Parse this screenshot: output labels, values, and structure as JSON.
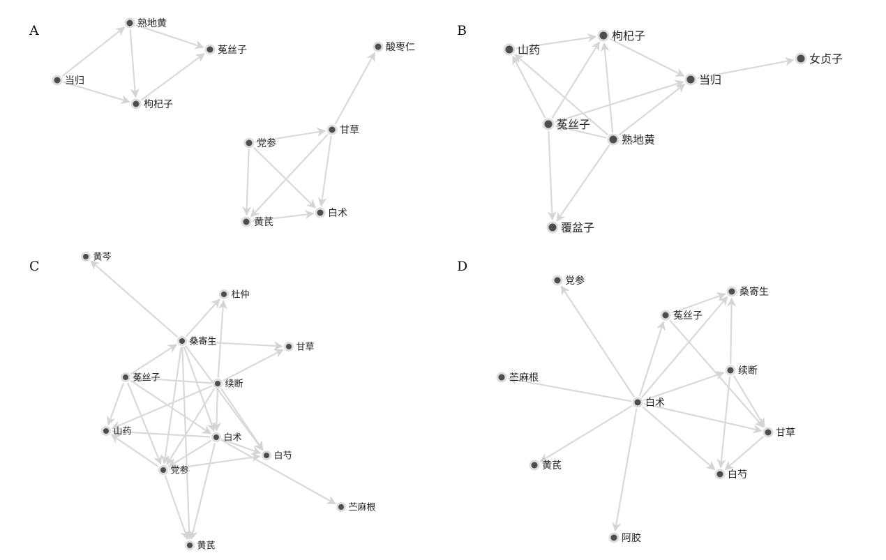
{
  "panels": [
    {
      "label": "A",
      "nodes": [
        "熟地黄",
        "菟丝子",
        "当归",
        "枸杞子",
        "酸枣仁",
        "甘草",
        "党参",
        "黄芪",
        "白术"
      ],
      "edges": [
        [
          "当归",
          "熟地黄"
        ],
        [
          "当归",
          "枸杞子"
        ],
        [
          "熟地黄",
          "菟丝子"
        ],
        [
          "熟地黄",
          "枸杞子"
        ],
        [
          "枸杞子",
          "菟丝子"
        ],
        [
          "甘草",
          "酸枣仁"
        ],
        [
          "党参",
          "甘草"
        ],
        [
          "党参",
          "黄芪"
        ],
        [
          "党参",
          "白术"
        ],
        [
          "甘草",
          "白术"
        ],
        [
          "甘草",
          "黄芪"
        ],
        [
          "黄芪",
          "白术"
        ]
      ]
    },
    {
      "label": "B",
      "nodes": [
        "山药",
        "枸杞子",
        "女贞子",
        "当归",
        "菟丝子",
        "熟地黄",
        "覆盆子"
      ],
      "edges": [
        [
          "山药",
          "枸杞子"
        ],
        [
          "枸杞子",
          "当归"
        ],
        [
          "当归",
          "女贞子"
        ],
        [
          "菟丝子",
          "山药"
        ],
        [
          "菟丝子",
          "枸杞子"
        ],
        [
          "菟丝子",
          "当归"
        ],
        [
          "菟丝子",
          "覆盆子"
        ],
        [
          "熟地黄",
          "山药"
        ],
        [
          "熟地黄",
          "枸杞子"
        ],
        [
          "熟地黄",
          "当归"
        ],
        [
          "熟地黄",
          "菟丝子"
        ],
        [
          "熟地黄",
          "覆盆子"
        ]
      ]
    },
    {
      "label": "C",
      "nodes": [
        "黄芩",
        "杜仲",
        "桑寄生",
        "甘草",
        "菟丝子",
        "续断",
        "山药",
        "白术",
        "白芍",
        "党参",
        "苎麻根",
        "黄芪"
      ],
      "edges": [
        [
          "桑寄生",
          "黄芩"
        ],
        [
          "桑寄生",
          "杜仲"
        ],
        [
          "桑寄生",
          "甘草"
        ],
        [
          "桑寄生",
          "白芍"
        ],
        [
          "桑寄生",
          "党参"
        ],
        [
          "桑寄生",
          "黄芪"
        ],
        [
          "桑寄生",
          "白术"
        ],
        [
          "续断",
          "杜仲"
        ],
        [
          "续断",
          "甘草"
        ],
        [
          "续断",
          "菟丝子"
        ],
        [
          "续断",
          "白芍"
        ],
        [
          "续断",
          "山药"
        ],
        [
          "续断",
          "党参"
        ],
        [
          "续断",
          "白术"
        ],
        [
          "菟丝子",
          "山药"
        ],
        [
          "菟丝子",
          "党参"
        ],
        [
          "菟丝子",
          "白术"
        ],
        [
          "菟丝子",
          "桑寄生"
        ],
        [
          "白术",
          "白芍"
        ],
        [
          "白术",
          "山药"
        ],
        [
          "白术",
          "苎麻根"
        ],
        [
          "白术",
          "党参"
        ],
        [
          "白术",
          "黄芪"
        ],
        [
          "党参",
          "山药"
        ],
        [
          "党参",
          "黄芪"
        ],
        [
          "党参",
          "白芍"
        ]
      ]
    },
    {
      "label": "D",
      "nodes": [
        "党参",
        "桑寄生",
        "菟丝子",
        "续断",
        "苎麻根",
        "白术",
        "甘草",
        "黄芪",
        "白芍",
        "阿胶"
      ],
      "edges": [
        [
          "白术",
          "党参"
        ],
        [
          "白术",
          "菟丝子"
        ],
        [
          "白术",
          "桑寄生"
        ],
        [
          "白术",
          "续断"
        ],
        [
          "白术",
          "甘草"
        ],
        [
          "白术",
          "白芍"
        ],
        [
          "白术",
          "苎麻根"
        ],
        [
          "白术",
          "黄芪"
        ],
        [
          "白术",
          "阿胶"
        ],
        [
          "菟丝子",
          "桑寄生"
        ],
        [
          "菟丝子",
          "甘草"
        ],
        [
          "续断",
          "桑寄生"
        ],
        [
          "续断",
          "白芍"
        ],
        [
          "续断",
          "甘草"
        ],
        [
          "甘草",
          "白芍"
        ]
      ]
    }
  ]
}
